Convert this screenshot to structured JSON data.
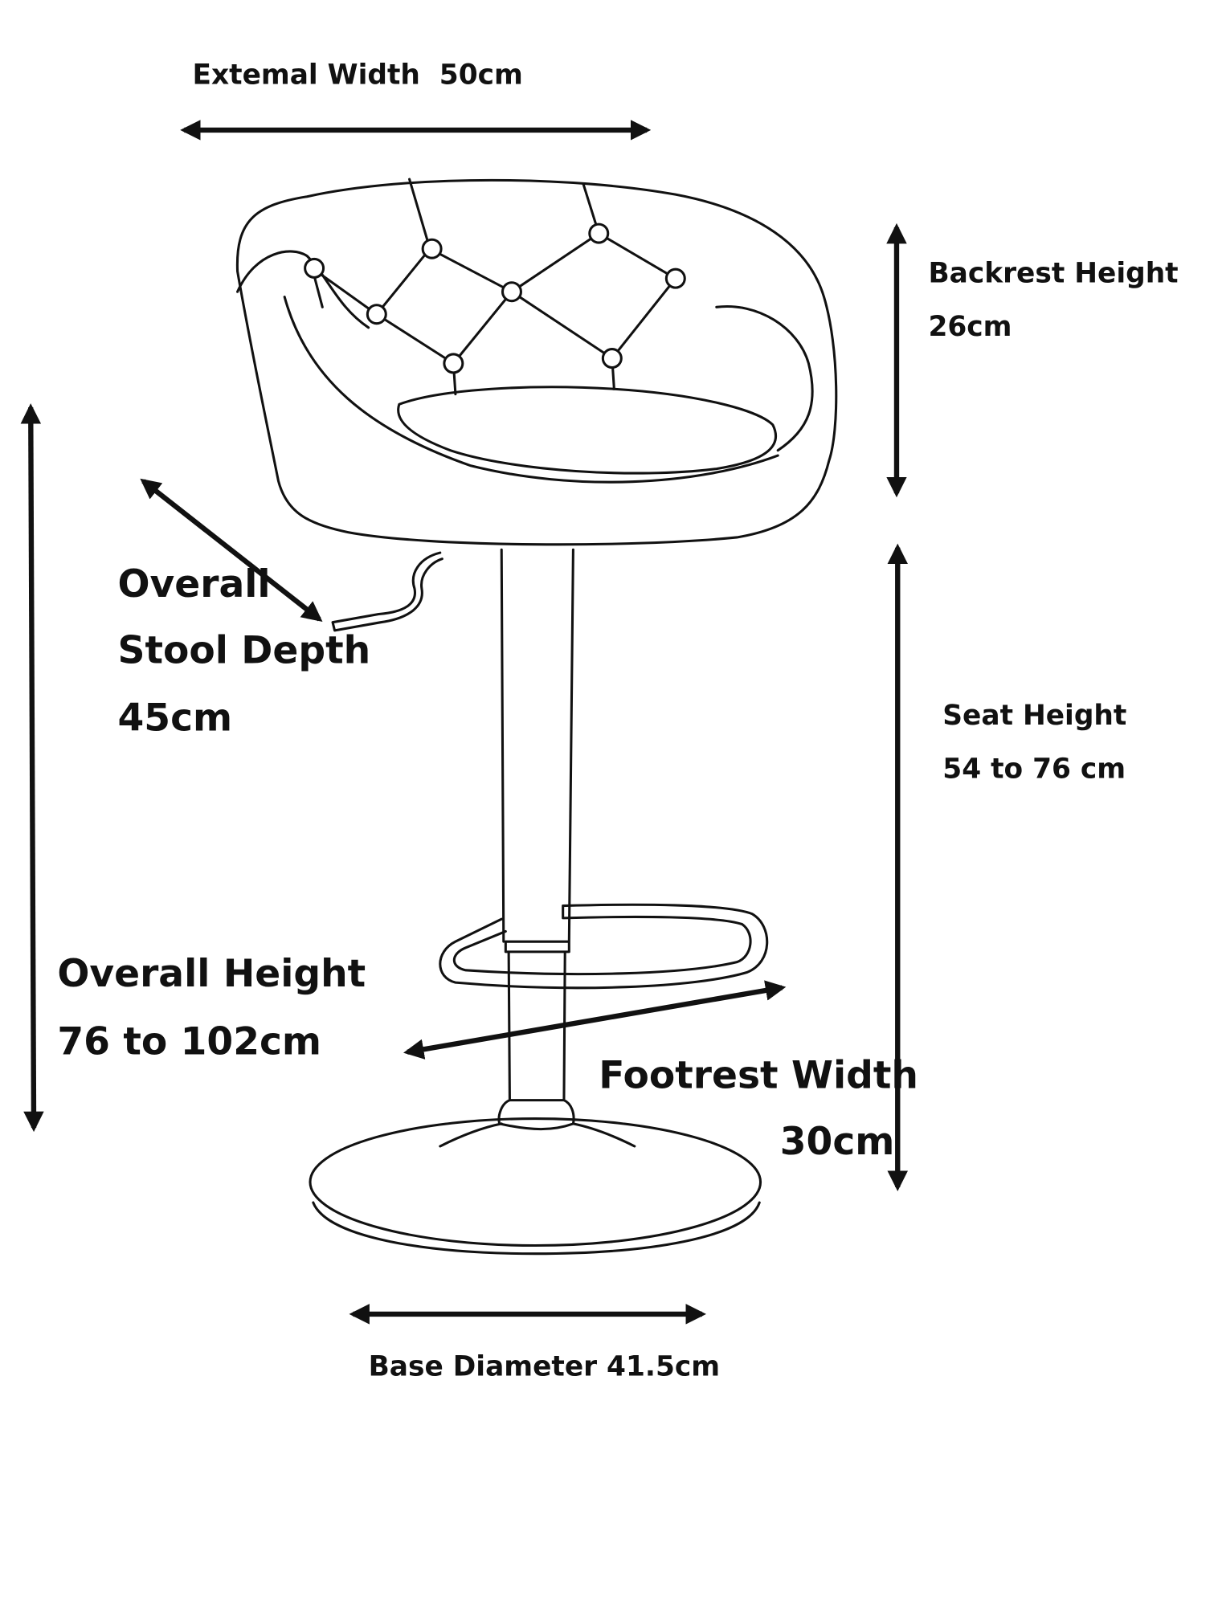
{
  "labels": {
    "external_width": "Extemal Width  50cm",
    "backrest_height_title": "Backrest Height",
    "backrest_height_value": "26cm",
    "stool_depth_line1": "Overall",
    "stool_depth_line2": "Stool Depth",
    "stool_depth_value": "45cm",
    "seat_height_title": "Seat Height",
    "seat_height_value": "54 to 76 cm",
    "overall_height_title": "Overall Height",
    "overall_height_value": "76 to 102cm",
    "footrest_width_title": "Footrest Width",
    "footrest_width_value": "30cm",
    "base_diameter": "Base Diameter 41.5cm"
  }
}
